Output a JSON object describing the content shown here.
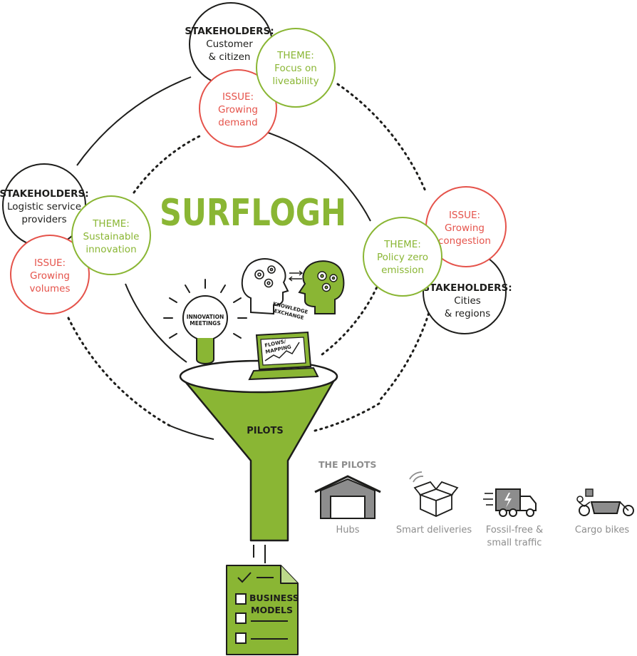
{
  "title": "SURFLOGH",
  "colors": {
    "green": "#8ab634",
    "red": "#e5534b",
    "black": "#1d1d1b",
    "grey": "#8d8d8d",
    "pale_green": "#bcd98a"
  },
  "circles": {
    "customer": {
      "stakeholder_label": "STAKEHOLDERS:",
      "stakeholder_l1": "Customer",
      "stakeholder_l2": "& citizen",
      "theme_label": "THEME:",
      "theme_l1": "Focus on",
      "theme_l2": "liveability",
      "issue_label": "ISSUE:",
      "issue_l1": "Growing",
      "issue_l2": "demand"
    },
    "logistic": {
      "stakeholder_label": "STAKEHOLDERS:",
      "stakeholder_l1": "Logistic service",
      "stakeholder_l2": "providers",
      "theme_label": "THEME:",
      "theme_l1": "Sustainable",
      "theme_l2": "innovation",
      "issue_label": "ISSUE:",
      "issue_l1": "Growing",
      "issue_l2": "volumes"
    },
    "cities": {
      "stakeholder_label": "STAKEHOLDERS:",
      "stakeholder_l1": "Cities",
      "stakeholder_l2": "& regions",
      "theme_label": "THEME:",
      "theme_l1": "Policy zero",
      "theme_l2": "emission",
      "issue_label": "ISSUE:",
      "issue_l1": "Growing",
      "issue_l2": "congestion"
    }
  },
  "tools": {
    "innovation_l1": "INNOVATION",
    "innovation_l2": "MEETINGS",
    "knowledge_l1": "KNOWLEDGE",
    "knowledge_l2": "EXCHANGE",
    "flows_l1": "FLOWS/",
    "flows_l2": "MAPPING"
  },
  "funnel": {
    "label": "PILOTS"
  },
  "pilots": {
    "heading": "THE PILOTS",
    "items": [
      {
        "icon": "hub-building-icon",
        "label_l1": "Hubs",
        "label_l2": ""
      },
      {
        "icon": "smart-delivery-box-icon",
        "label_l1": "Smart deliveries",
        "label_l2": ""
      },
      {
        "icon": "electric-truck-icon",
        "label_l1": "Fossil-free &",
        "label_l2": "small traffic"
      },
      {
        "icon": "cargo-bike-icon",
        "label_l1": "Cargo bikes",
        "label_l2": ""
      }
    ]
  },
  "business_models": {
    "label_l1": "BUSINESS",
    "label_l2": "MODELS"
  }
}
